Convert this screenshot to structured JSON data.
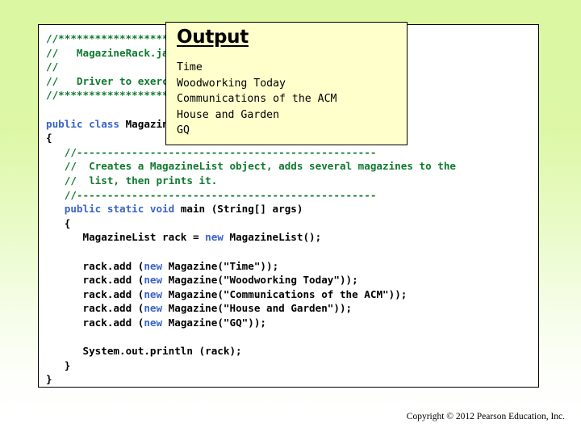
{
  "slide": {
    "background_top_color": "#dbf7a1",
    "background_bottom_color": "#ffffff"
  },
  "code_panel": {
    "language": "java",
    "colors": {
      "comment": "#0f7a2e",
      "keyword": "#3a63c8",
      "identifier": "#000000",
      "panel_background": "#ffffff",
      "panel_border": "#000000"
    },
    "lines": [
      {
        "indent": 0,
        "tokens": [
          {
            "t": "//********************************************************",
            "c": "cm"
          }
        ]
      },
      {
        "indent": 0,
        "tokens": [
          {
            "t": "//   MagazineRack.java                Author: Lewis/Loftus",
            "c": "cm"
          }
        ]
      },
      {
        "indent": 0,
        "tokens": [
          {
            "t": "//",
            "c": "cm"
          }
        ]
      },
      {
        "indent": 0,
        "tokens": [
          {
            "t": "//   Driver to exercise the MagazineList class.",
            "c": "cm"
          }
        ]
      },
      {
        "indent": 0,
        "tokens": [
          {
            "t": "//********************************************************",
            "c": "cm"
          }
        ]
      },
      {
        "indent": 0,
        "tokens": [
          {
            "t": "",
            "c": "id"
          }
        ]
      },
      {
        "indent": 0,
        "tokens": [
          {
            "t": "public class ",
            "c": "kw"
          },
          {
            "t": "MagazineRack",
            "c": "id"
          }
        ]
      },
      {
        "indent": 0,
        "tokens": [
          {
            "t": "{",
            "c": "id"
          }
        ]
      },
      {
        "indent": 3,
        "tokens": [
          {
            "t": "//-------------------------------------------------",
            "c": "cm"
          }
        ]
      },
      {
        "indent": 3,
        "tokens": [
          {
            "t": "//  Creates a MagazineList object, adds several magazines to the",
            "c": "cm"
          }
        ]
      },
      {
        "indent": 3,
        "tokens": [
          {
            "t": "//  list, then prints it.",
            "c": "cm"
          }
        ]
      },
      {
        "indent": 3,
        "tokens": [
          {
            "t": "//-------------------------------------------------",
            "c": "cm"
          }
        ]
      },
      {
        "indent": 3,
        "tokens": [
          {
            "t": "public static void ",
            "c": "kw"
          },
          {
            "t": "main (String[] args)",
            "c": "id"
          }
        ]
      },
      {
        "indent": 3,
        "tokens": [
          {
            "t": "{",
            "c": "id"
          }
        ]
      },
      {
        "indent": 6,
        "tokens": [
          {
            "t": "MagazineList rack = ",
            "c": "id"
          },
          {
            "t": "new ",
            "c": "kw"
          },
          {
            "t": "MagazineList();",
            "c": "id"
          }
        ]
      },
      {
        "indent": 0,
        "tokens": [
          {
            "t": "",
            "c": "id"
          }
        ]
      },
      {
        "indent": 6,
        "tokens": [
          {
            "t": "rack.add (",
            "c": "id"
          },
          {
            "t": "new ",
            "c": "kw"
          },
          {
            "t": "Magazine(\"Time\"));",
            "c": "id"
          }
        ]
      },
      {
        "indent": 6,
        "tokens": [
          {
            "t": "rack.add (",
            "c": "id"
          },
          {
            "t": "new ",
            "c": "kw"
          },
          {
            "t": "Magazine(\"Woodworking Today\"));",
            "c": "id"
          }
        ]
      },
      {
        "indent": 6,
        "tokens": [
          {
            "t": "rack.add (",
            "c": "id"
          },
          {
            "t": "new ",
            "c": "kw"
          },
          {
            "t": "Magazine(\"Communications of the ACM\"));",
            "c": "id"
          }
        ]
      },
      {
        "indent": 6,
        "tokens": [
          {
            "t": "rack.add (",
            "c": "id"
          },
          {
            "t": "new ",
            "c": "kw"
          },
          {
            "t": "Magazine(\"House and Garden\"));",
            "c": "id"
          }
        ]
      },
      {
        "indent": 6,
        "tokens": [
          {
            "t": "rack.add (",
            "c": "id"
          },
          {
            "t": "new ",
            "c": "kw"
          },
          {
            "t": "Magazine(\"GQ\"));",
            "c": "id"
          }
        ]
      },
      {
        "indent": 0,
        "tokens": [
          {
            "t": "",
            "c": "id"
          }
        ]
      },
      {
        "indent": 6,
        "tokens": [
          {
            "t": "System.out.println (rack);",
            "c": "id"
          }
        ]
      },
      {
        "indent": 3,
        "tokens": [
          {
            "t": "}",
            "c": "id"
          }
        ]
      },
      {
        "indent": 0,
        "tokens": [
          {
            "t": "}",
            "c": "id"
          }
        ]
      }
    ]
  },
  "output_box": {
    "title": "Output",
    "background_color": "#ffffcc",
    "border_color": "#000000",
    "lines": [
      "Time",
      "Woodworking Today",
      "Communications of the ACM",
      "House and Garden",
      "GQ"
    ]
  },
  "footer": {
    "copyright": "Copyright © 2012 Pearson Education, Inc."
  }
}
